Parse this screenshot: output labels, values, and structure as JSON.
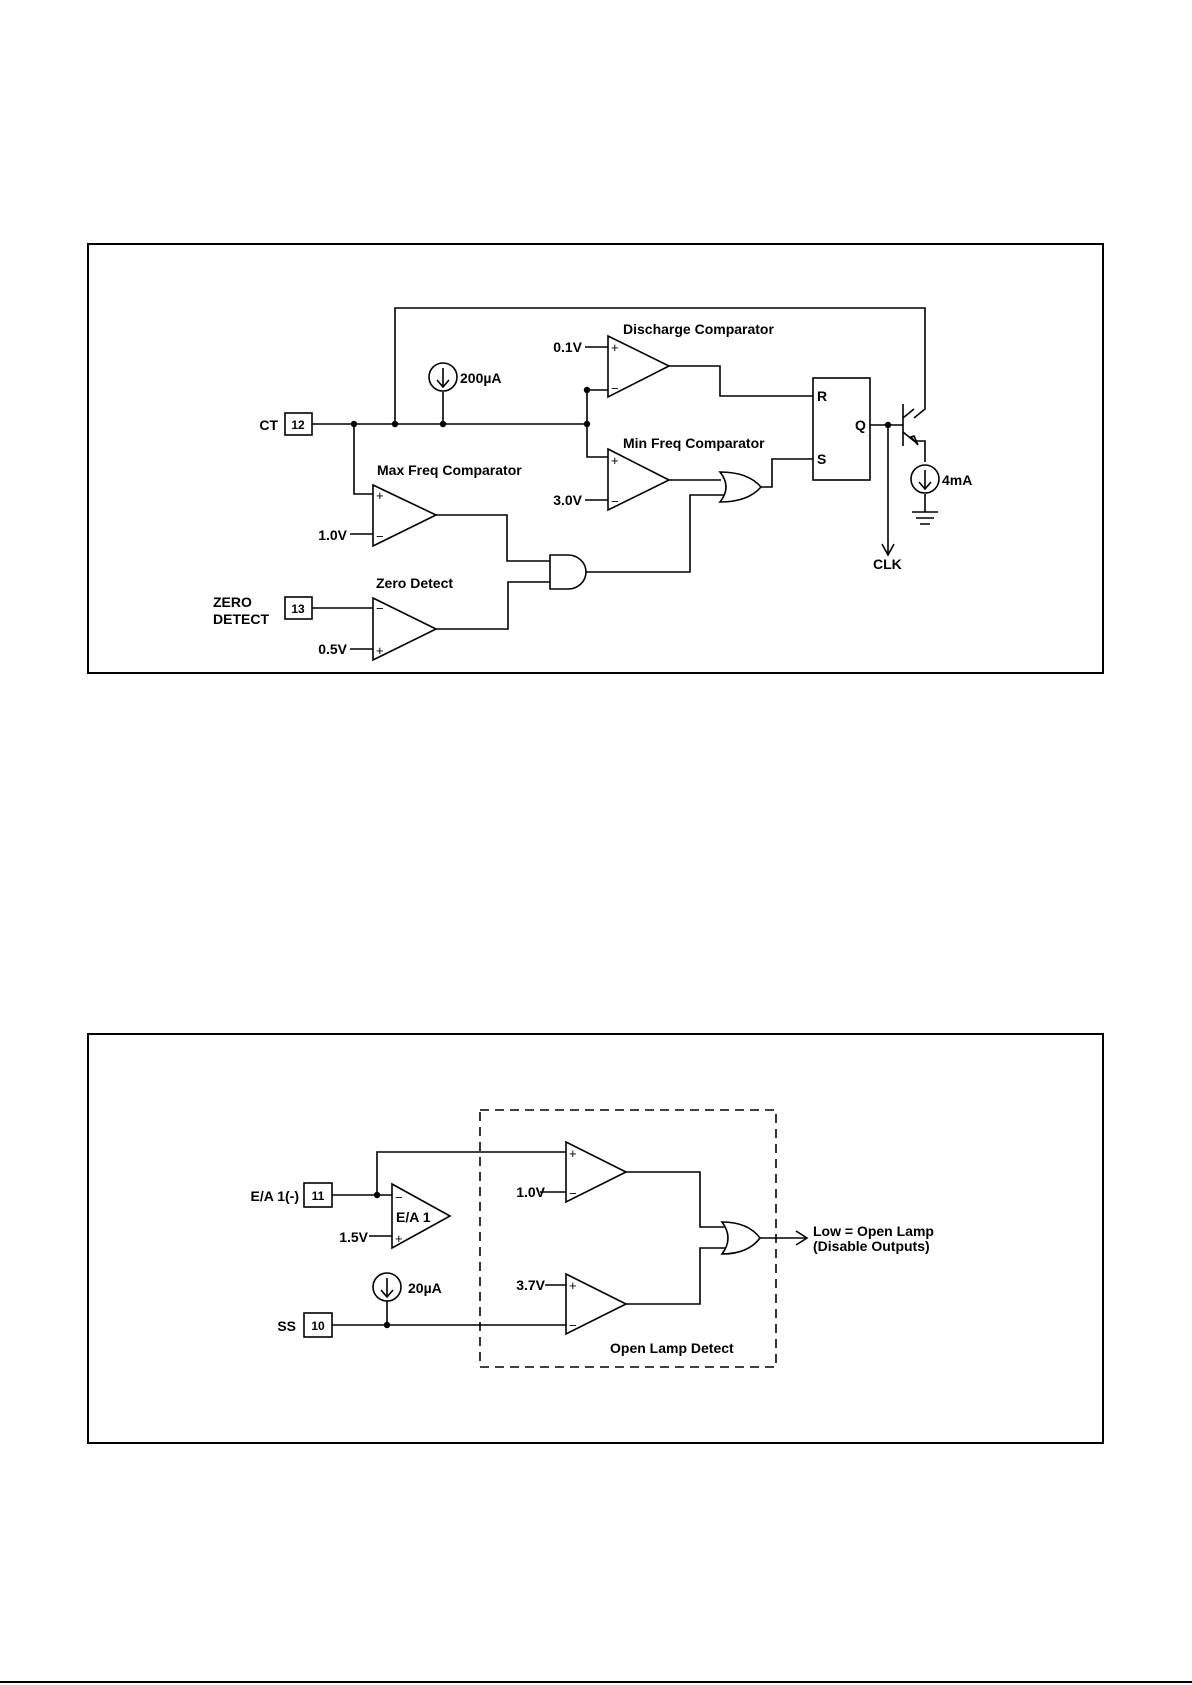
{
  "diagram1": {
    "pin_ct": {
      "label": "CT",
      "number": "12"
    },
    "pin_zero": {
      "label_line1": "ZERO",
      "label_line2": "DETECT",
      "number": "13"
    },
    "current_source_200": "200µA",
    "current_source_4ma": "4mA",
    "discharge_comparator": {
      "title": "Discharge Comparator",
      "ref": "0.1V"
    },
    "min_freq_comparator": {
      "title": "Min Freq Comparator",
      "ref": "3.0V"
    },
    "max_freq_comparator": {
      "title": "Max Freq Comparator",
      "ref": "1.0V"
    },
    "zero_detect": {
      "title": "Zero Detect",
      "ref": "0.5V"
    },
    "flipflop": {
      "r": "R",
      "s": "S",
      "q": "Q"
    },
    "clk_label": "CLK"
  },
  "diagram2": {
    "pin_ea": {
      "label": "E/A 1(-)",
      "number": "11"
    },
    "pin_ss": {
      "label": "SS",
      "number": "10"
    },
    "ea_amp": {
      "title": "E/A 1",
      "ref": "1.5V"
    },
    "current_source_20": "20µA",
    "comp_top_ref": "1.0V",
    "comp_bottom_ref": "3.7V",
    "open_lamp_detect": "Open Lamp Detect",
    "output_line1": "Low = Open Lamp",
    "output_line2": "(Disable Outputs)"
  },
  "signs": {
    "plus": "+",
    "minus": "−"
  }
}
